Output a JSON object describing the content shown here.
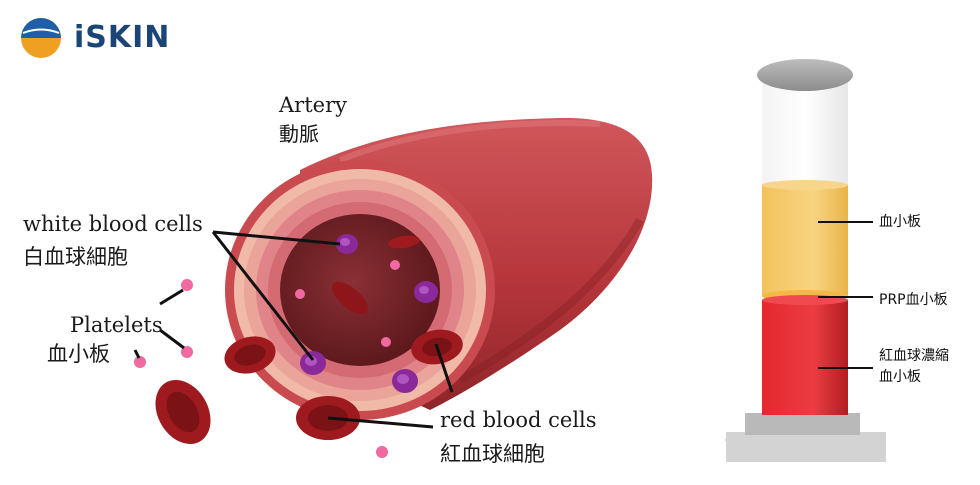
{
  "brand": {
    "name": "iSKIN",
    "logo_icon": "sun-horizon-icon"
  },
  "artery": {
    "label_en": "Artery",
    "label_zh": "動脈"
  },
  "white_cells": {
    "label_en": "white blood cells",
    "label_zh": "白血球細胞"
  },
  "platelets": {
    "label_en": "Platelets",
    "label_zh": "血小板"
  },
  "red_cells": {
    "label_en": "red blood cells",
    "label_zh": "紅血球細胞"
  },
  "tube": {
    "platelet_layer": "血小板",
    "prp_layer": "PRP血小板",
    "concentrated_line1": "紅血球濃縮",
    "concentrated_line2": "血小板"
  },
  "colors": {
    "artery_red": "#b6363c",
    "lumen": "#6b1e22",
    "red_cell": "#8e1a1e",
    "white_cell": "#8a2a9a",
    "platelet": "#f06aa0",
    "logo_blue": "#1b4576",
    "logo_orange": "#f0a020",
    "plasma": "#f5c96a",
    "tube_red": "#e32a30"
  }
}
